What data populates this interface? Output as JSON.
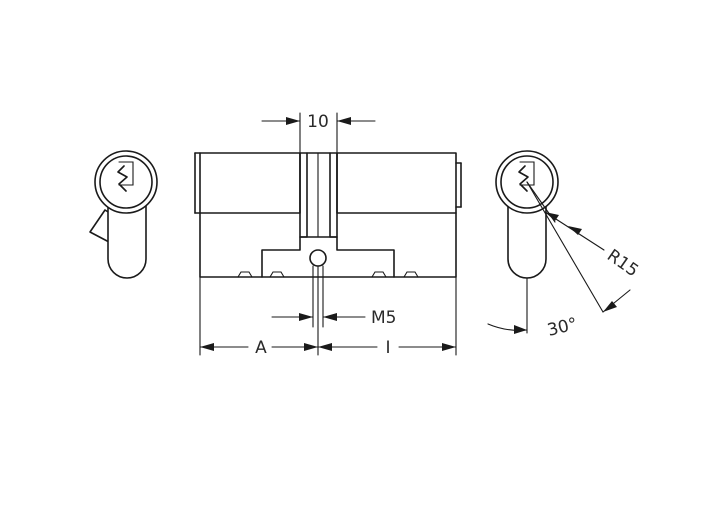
{
  "dimensions": {
    "top_width": "10",
    "screw": "M5",
    "left_length": "A",
    "right_length": "I",
    "radius": "R15",
    "angle": "30°"
  },
  "colors": {
    "line": "#1a1a1a",
    "text": "#2a2a2a",
    "background": "#ffffff"
  }
}
